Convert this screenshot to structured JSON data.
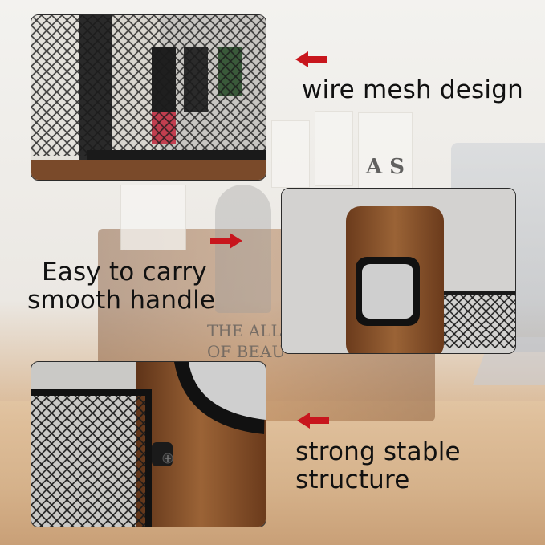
{
  "captions": {
    "wire_mesh": "wire mesh design",
    "handle_line1": "Easy to carry",
    "handle_line2": "smooth handle",
    "structure_line1": "strong stable",
    "structure_line2": "structure"
  },
  "background_print": {
    "book_letters": "A S",
    "magazine_text_1": "THE ALL",
    "magazine_text_2": "OF BEAU"
  },
  "colors": {
    "arrow": "#c8161d",
    "wood": "#8a5430",
    "mesh": "#1c1c1c",
    "panel_border": "#2b2b2b"
  }
}
